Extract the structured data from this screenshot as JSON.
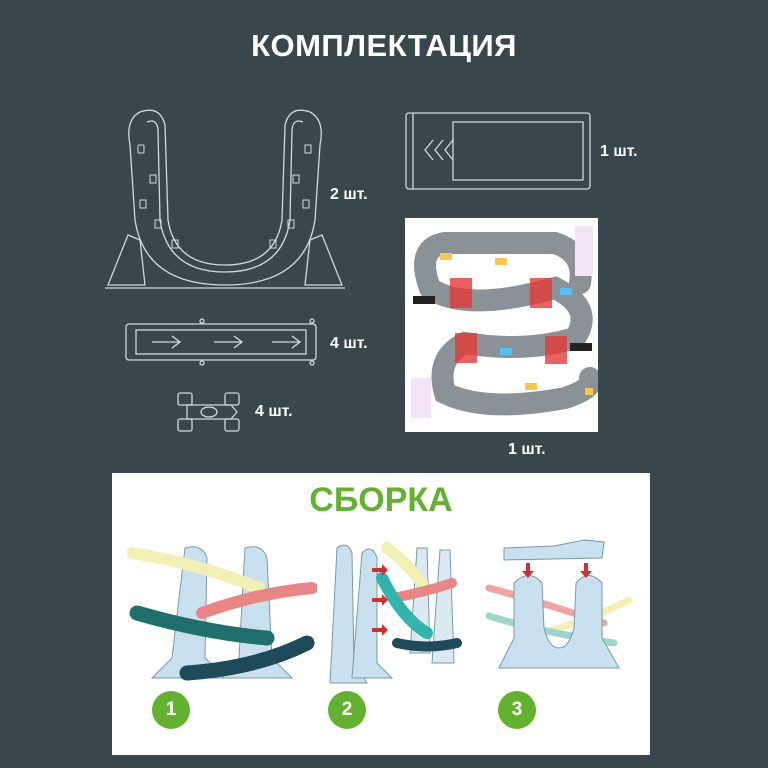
{
  "title": "КОМПЛЕКТАЦИЯ",
  "components": [
    {
      "name": "horseshoe-stand",
      "quantity": "2 шт."
    },
    {
      "name": "top-track",
      "quantity": "1 шт."
    },
    {
      "name": "straight-track",
      "quantity": "4 шт."
    },
    {
      "name": "car",
      "quantity": "4 шт."
    },
    {
      "name": "play-mat",
      "quantity": "1 шт."
    }
  ],
  "assembly": {
    "title": "СБОРКА",
    "steps": [
      "1",
      "2",
      "3"
    ]
  },
  "colors": {
    "background": "#39474d",
    "accent": "#62b22f",
    "part_blue": "#c9e1ee",
    "track_yellow": "#f3f0b4",
    "track_pink": "#e98585",
    "track_teal": "#1f6f6c",
    "track_navy": "#1f4a5a"
  }
}
